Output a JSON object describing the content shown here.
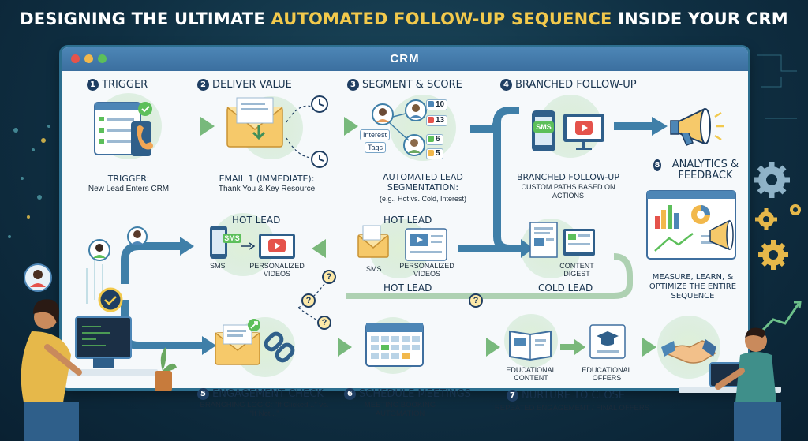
{
  "headline": {
    "part1": "DESIGNING THE ULTIMATE ",
    "highlight": "AUTOMATED FOLLOW-UP SEQUENCE",
    "part2": " INSIDE YOUR CRM"
  },
  "window": {
    "title": "CRM",
    "dot_colors": [
      "#e5534b",
      "#f2b84b",
      "#5cbf5a"
    ]
  },
  "steps": [
    {
      "num": "1",
      "title": "TRIGGER",
      "caption_title": "TRIGGER:",
      "caption": "New Lead Enters CRM"
    },
    {
      "num": "2",
      "title": "DELIVER VALUE",
      "caption_title": "EMAIL 1 (IMMEDIATE):",
      "caption": "Thank You & Key Resource"
    },
    {
      "num": "3",
      "title": "SEGMENT & SCORE",
      "caption_title": "AUTOMATED LEAD SEGMENTATION:",
      "caption": "(e.g., Hot vs. Cold, Interest)"
    },
    {
      "num": "4",
      "title": "BRANCHED FOLLOW-UP",
      "caption_title": "BRANCHED FOLLOW-UP",
      "caption": "CUSTOM PATHS BASED ON ACTIONS"
    },
    {
      "num": "5",
      "title": "ENGAGEMENT CHECK",
      "caption": "BRANCHING LOGIC: \"If Clicked...\" vs. \"If Not...\""
    },
    {
      "num": "6",
      "title": "SCHEDULE MEETINGS",
      "caption": "MEETING BOOKING AUTOMATION"
    },
    {
      "num": "7",
      "title": "NURTURE TO CLOSE",
      "caption": "REPEATED ENGAGEMENT / FINAL OFFERS"
    },
    {
      "num": "8",
      "title": "ANALYTICS & FEEDBACK",
      "caption": "MEASURE, LEARN, & OPTIMIZE THE ENTIRE SEQUENCE"
    }
  ],
  "segment": {
    "tags": [
      "Interest",
      "Tags"
    ],
    "scores": [
      "10",
      "13",
      "6",
      "5"
    ]
  },
  "hot_lead_left": {
    "heading": "HOT LEAD",
    "sms": "SMS",
    "videos": "PERSONALIZED VIDEOS"
  },
  "hot_lead_mid": {
    "heading": "HOT LEAD",
    "sms": "SMS",
    "videos": "PERSONALIZED VIDEOS",
    "footer": "HOT LEAD"
  },
  "cold_lead": {
    "digest": "CONTENT DIGEST",
    "footer": "COLD LEAD"
  },
  "sms_badge": "SMS",
  "nurture": {
    "content": "EDUCATIONAL CONTENT",
    "offers": "EDUCATIONAL OFFERS"
  },
  "question_mark": "?",
  "colors": {
    "accent": "#f2c94c",
    "navy": "#1f3e62",
    "arrow_blue": "#3f7fa8",
    "arrow_green": "#7ab87a"
  }
}
